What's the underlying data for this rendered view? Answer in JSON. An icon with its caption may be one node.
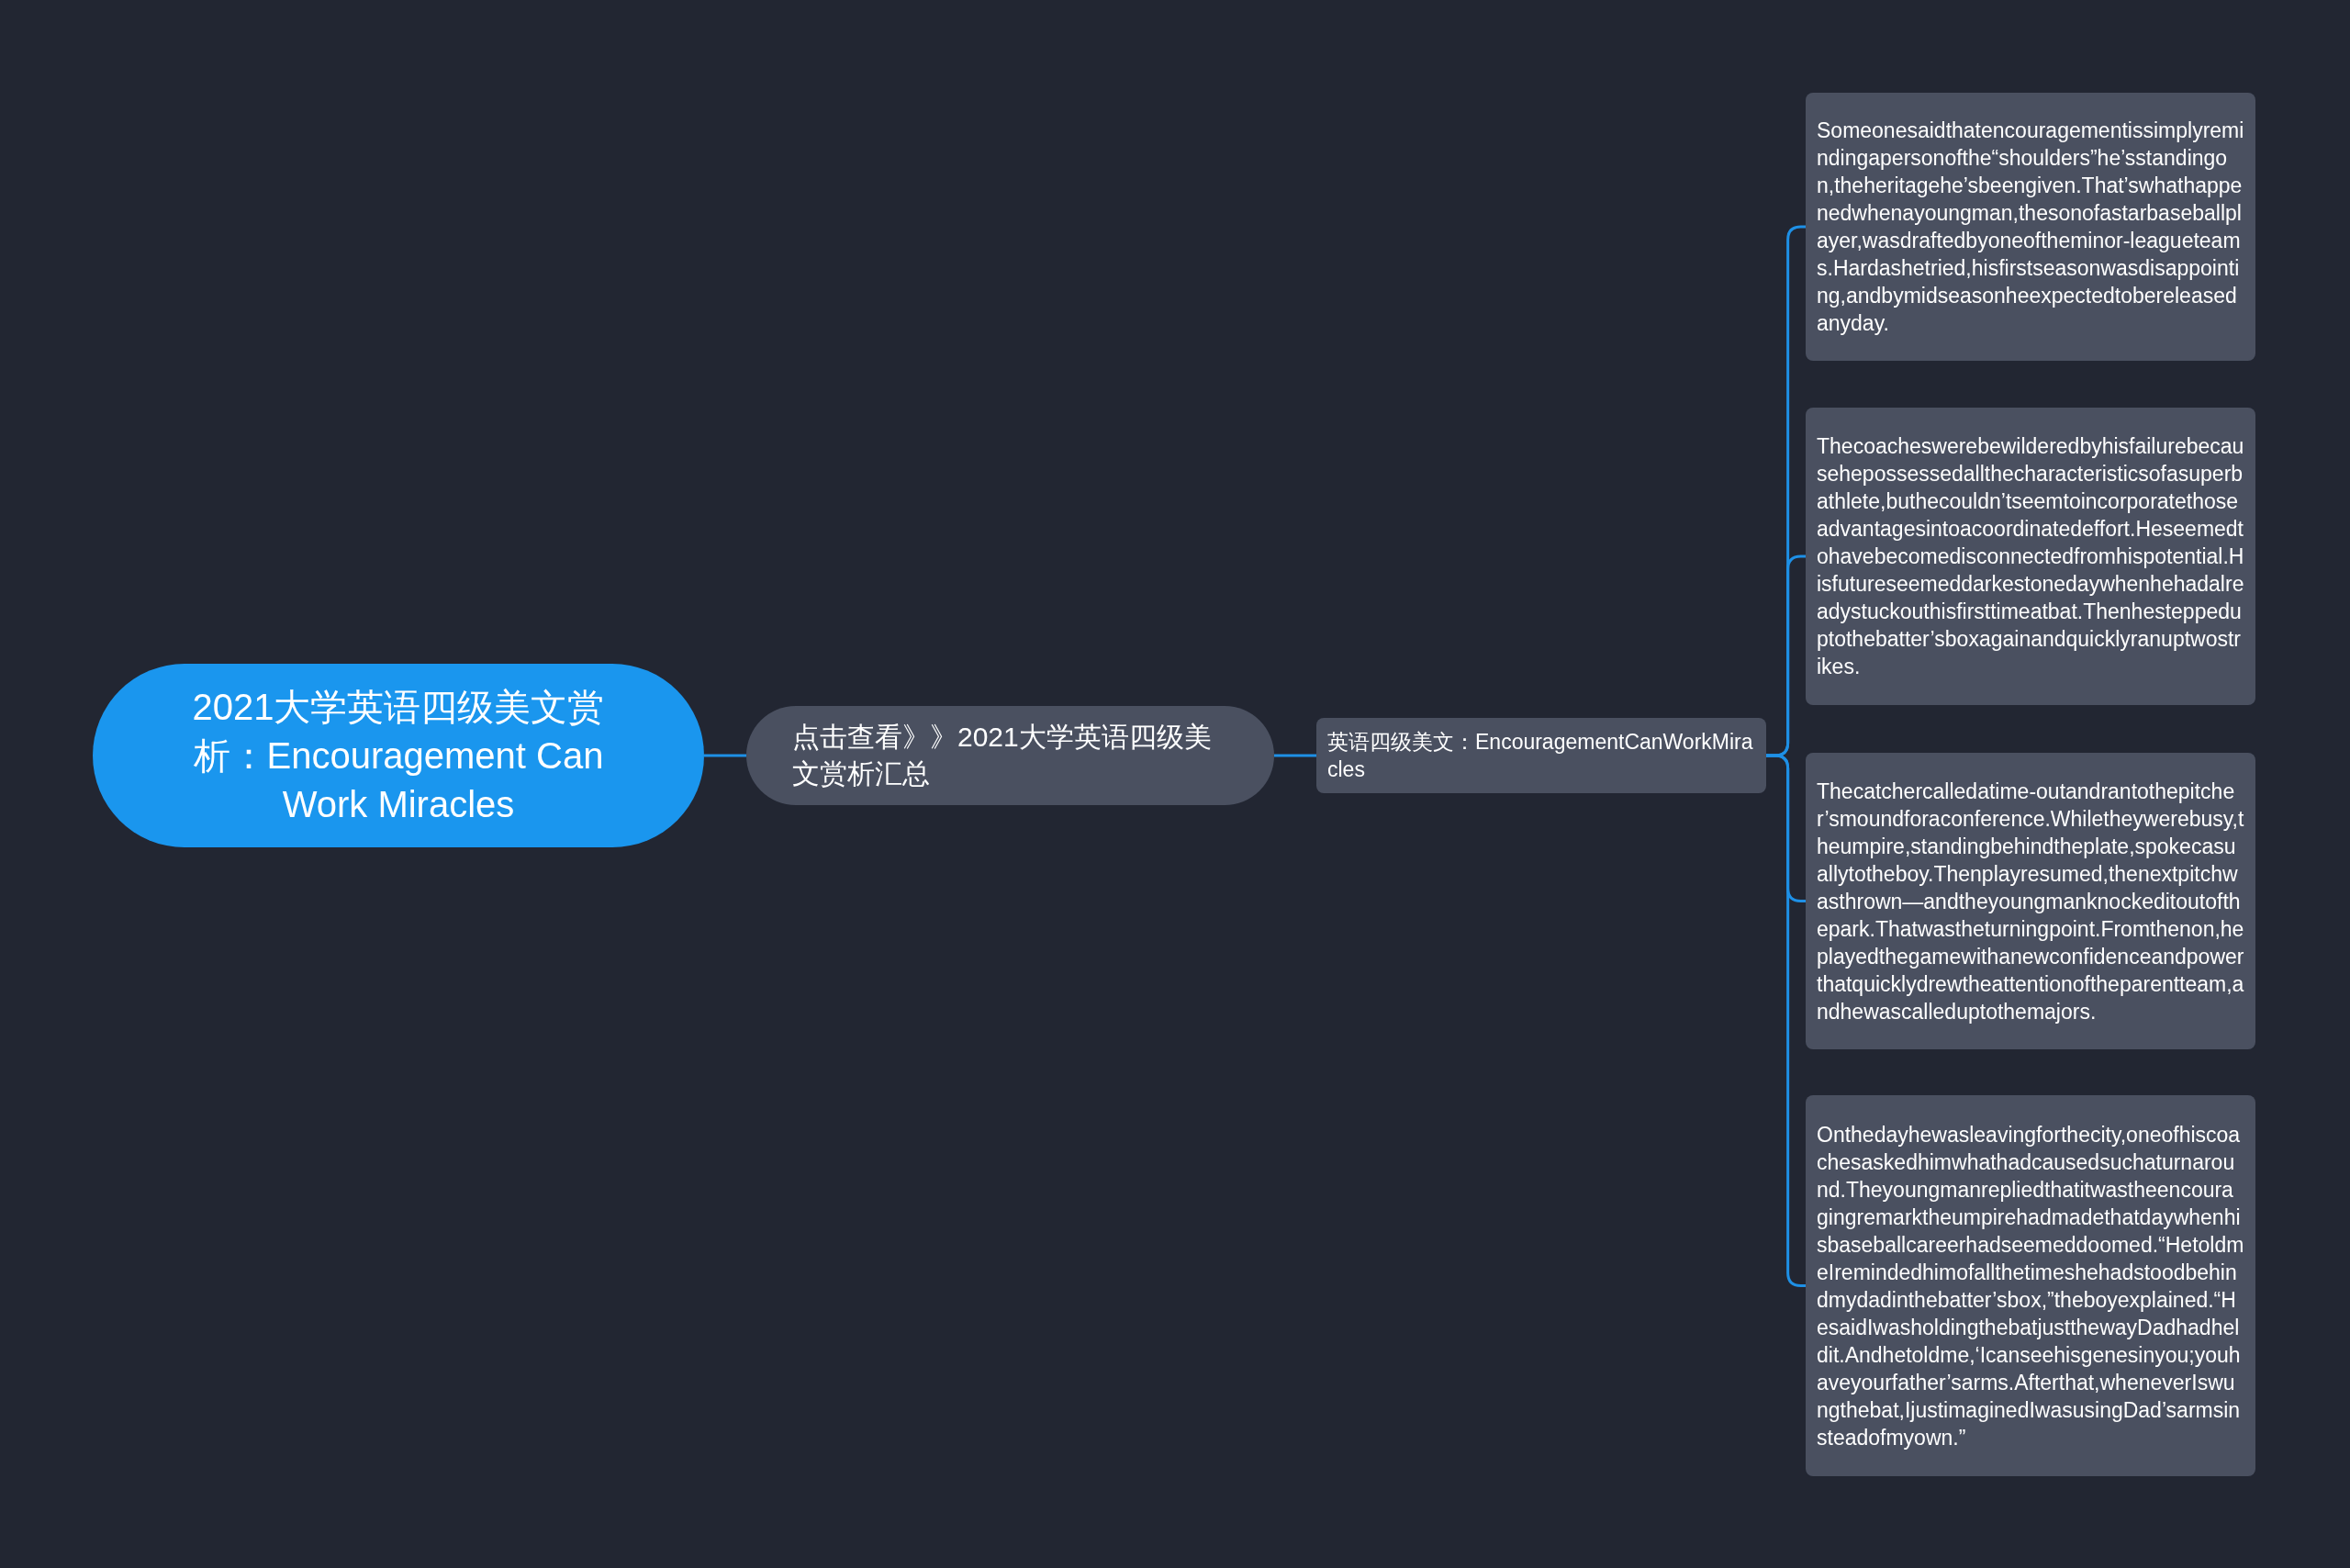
{
  "diagram": {
    "nodes": [
      {
        "text": [
          "2021大学英语四级美文赏析：Encouragement Can Work Miracles"
        ]
      },
      {
        "text": [
          "点击查看》》2021大学英语四级美文赏析汇总"
        ]
      },
      {
        "text": [
          "英语四级美文：EncouragementCanWorkMiracles"
        ]
      },
      {
        "text": [
          "Someonesaidthatencouragementissimplyremindingapersonofthe“shoulders”he’sstandingon,theheritagehe’sbeengiven.That’swhathappenedwhenayoungman,thesonofastarbaseballplayer,wasdraftedbyoneoftheminor-leagueteams.Hardashetried,hisfirstseasonwasdisappointing,andbymidseasonheexpectedtobereleasedanyday."
        ]
      },
      {
        "text": [
          "Thecoacheswerebewilderedbyhisfailurebecausehepossessedallthecharacteristicsofasuperbathlete,buthecouldn’tseemtoincorporatethoseadvantagesintoacoordinatedeffort.Heseemedtohavebecomedisconnectedfromhispotential.Hisfutureseemeddarkestonedaywhenhehadalreadystuckouthisfirsttimeatbat.Thenhesteppeduptothebatter’sboxagainandquicklyranuptwostrikes."
        ]
      },
      {
        "text": [
          "Thecatchercalledatime-outandrantothepitcher’smoundforaconference.Whiletheywerebusy,theumpire,standingbehindtheplate,spokecasuallytotheboy.Thenplayresumed,thenextpitchwasthrown—andtheyoungmanknockeditoutofthepark.Thatwastheturningpoint.Fromthenon,heplayedthegamewithanewconfidenceandpowerthatquicklydrewtheattentionoftheparentteam,andhewascalleduptothemajors."
        ]
      },
      {
        "text": [
          "Onthedayhewasleavingforthecity,oneofhiscoachesaskedhimwhathadcausedsuchaturnaround.Theyoungmanrepliedthatitwastheencouragingremarktheumpirehadmadethatdaywhenhisbaseballcareerhadseemeddoomed.“HetoldmeIremindedhimofallthetimeshehadstoodbehindmydadinthebatter’sbox,”theboyexplained.“HesaidIwasholdingthebatjustthewayDadhadheldit.Andhetoldme,‘Icanseehisgenesinyou;youhaveyourfather’sarms.Afterthat,wheneverIswungthebat,IjustimaginedIwasusingDad’sarmsinsteadofmyown.”"
        ]
      }
    ],
    "edges": [
      {
        "from": 0,
        "to": 1,
        "arrow": "none"
      },
      {
        "from": 1,
        "to": 2,
        "arrow": "none"
      },
      {
        "from": 2,
        "to": 3,
        "arrow": "none"
      },
      {
        "from": 2,
        "to": 4,
        "arrow": "none"
      },
      {
        "from": 2,
        "to": 5,
        "arrow": "none"
      },
      {
        "from": 2,
        "to": 6,
        "arrow": "none"
      }
    ]
  }
}
